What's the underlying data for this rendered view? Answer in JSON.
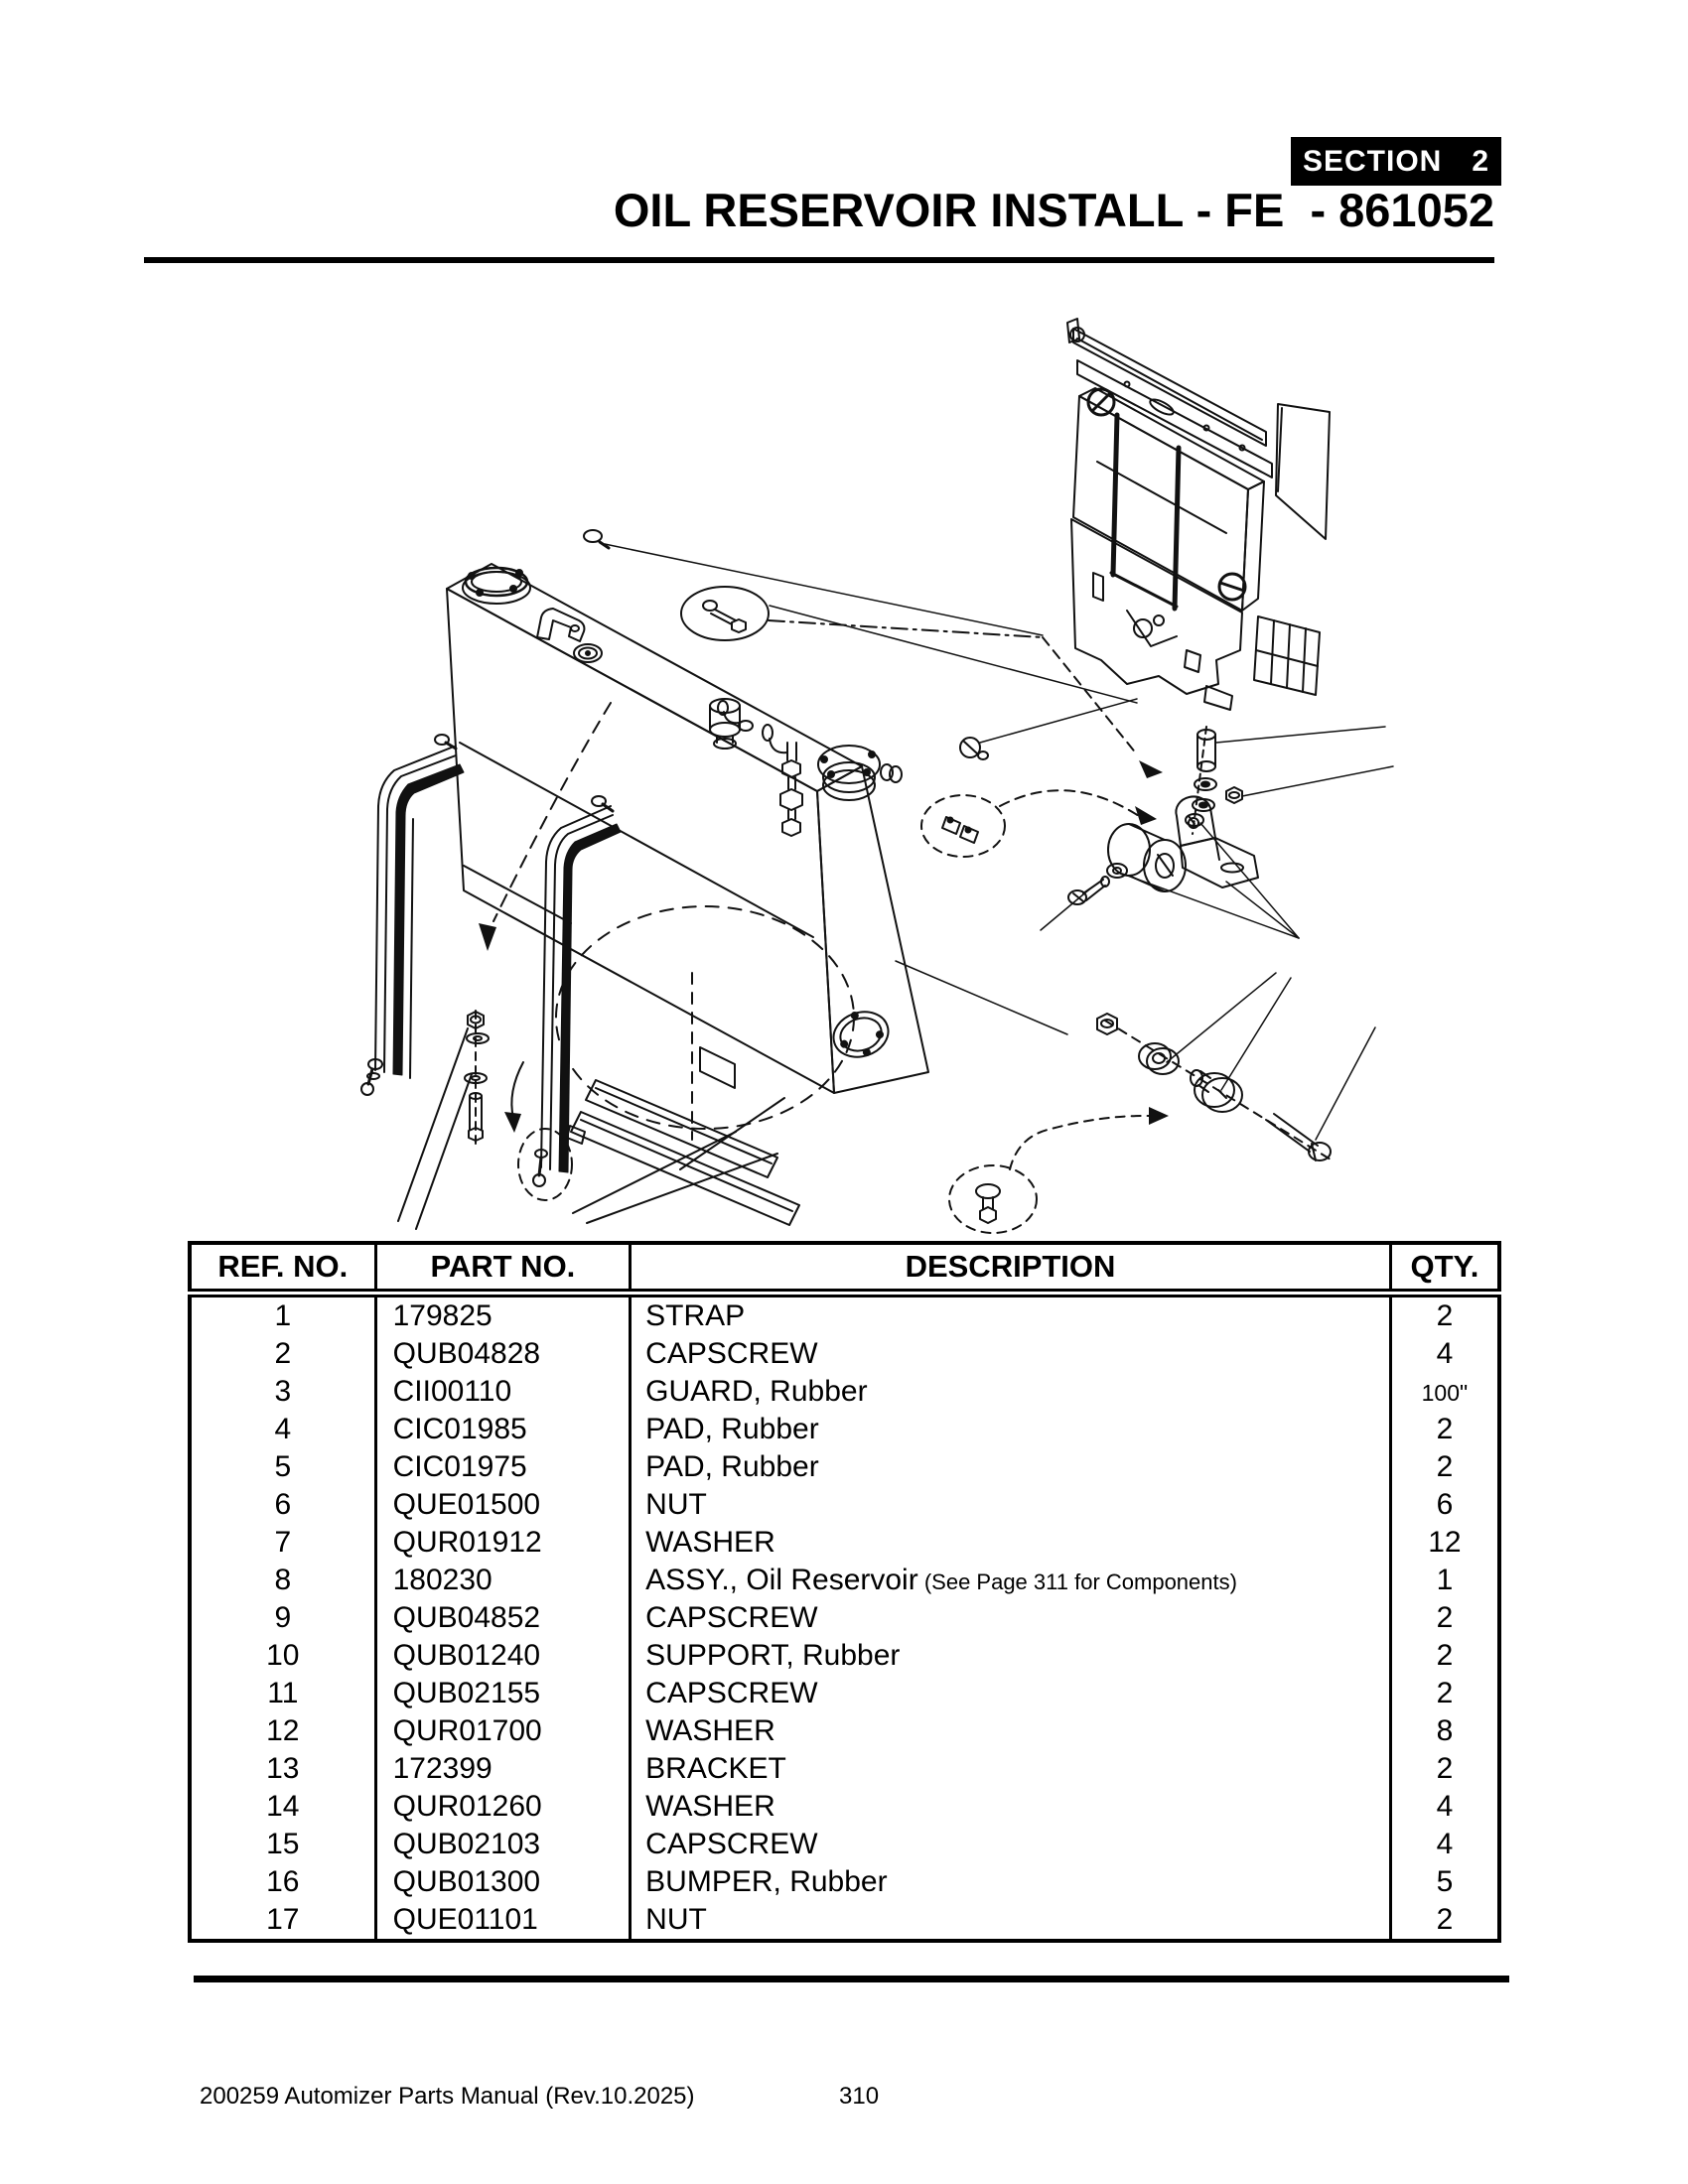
{
  "header": {
    "section_label": "SECTION",
    "section_number": "2",
    "title": "OIL RESERVOIR INSTALL - FE  - 861052"
  },
  "table": {
    "columns": [
      "REF. NO.",
      "PART NO.",
      "DESCRIPTION",
      "QTY."
    ],
    "rows": [
      {
        "ref": "1",
        "part": "179825",
        "desc": "STRAP",
        "note": "",
        "qty": "2",
        "qty_small": false
      },
      {
        "ref": "2",
        "part": "QUB04828",
        "desc": "CAPSCREW",
        "note": "",
        "qty": "4",
        "qty_small": false
      },
      {
        "ref": "3",
        "part": "CII00110",
        "desc": "GUARD, Rubber",
        "note": "",
        "qty": "100\"",
        "qty_small": true
      },
      {
        "ref": "4",
        "part": "CIC01985",
        "desc": "PAD, Rubber",
        "note": "",
        "qty": "2",
        "qty_small": false
      },
      {
        "ref": "5",
        "part": "CIC01975",
        "desc": "PAD, Rubber",
        "note": "",
        "qty": "2",
        "qty_small": false
      },
      {
        "ref": "6",
        "part": "QUE01500",
        "desc": "NUT",
        "note": "",
        "qty": "6",
        "qty_small": false
      },
      {
        "ref": "7",
        "part": "QUR01912",
        "desc": "WASHER",
        "note": "",
        "qty": "12",
        "qty_small": false
      },
      {
        "ref": "8",
        "part": "180230",
        "desc": "ASSY., Oil Reservoir",
        "note": " (See Page 311 for Components)",
        "qty": "1",
        "qty_small": false
      },
      {
        "ref": "9",
        "part": "QUB04852",
        "desc": "CAPSCREW",
        "note": "",
        "qty": "2",
        "qty_small": false
      },
      {
        "ref": "10",
        "part": "QUB01240",
        "desc": "SUPPORT, Rubber",
        "note": "",
        "qty": "2",
        "qty_small": false
      },
      {
        "ref": "11",
        "part": "QUB02155",
        "desc": "CAPSCREW",
        "note": "",
        "qty": "2",
        "qty_small": false
      },
      {
        "ref": "12",
        "part": "QUR01700",
        "desc": "WASHER",
        "note": "",
        "qty": "8",
        "qty_small": false
      },
      {
        "ref": "13",
        "part": "172399",
        "desc": "BRACKET",
        "note": "",
        "qty": "2",
        "qty_small": false
      },
      {
        "ref": "14",
        "part": "QUR01260",
        "desc": "WASHER",
        "note": "",
        "qty": "4",
        "qty_small": false
      },
      {
        "ref": "15",
        "part": "QUB02103",
        "desc": "CAPSCREW",
        "note": "",
        "qty": "4",
        "qty_small": false
      },
      {
        "ref": "16",
        "part": "QUB01300",
        "desc": "BUMPER, Rubber",
        "note": "",
        "qty": "5",
        "qty_small": false
      },
      {
        "ref": "17",
        "part": "QUE01101",
        "desc": "NUT",
        "note": "",
        "qty": "2",
        "qty_small": false
      }
    ]
  },
  "footer": {
    "left": "200259 Automizer Parts Manual (Rev.10.2025)",
    "page": "310"
  }
}
